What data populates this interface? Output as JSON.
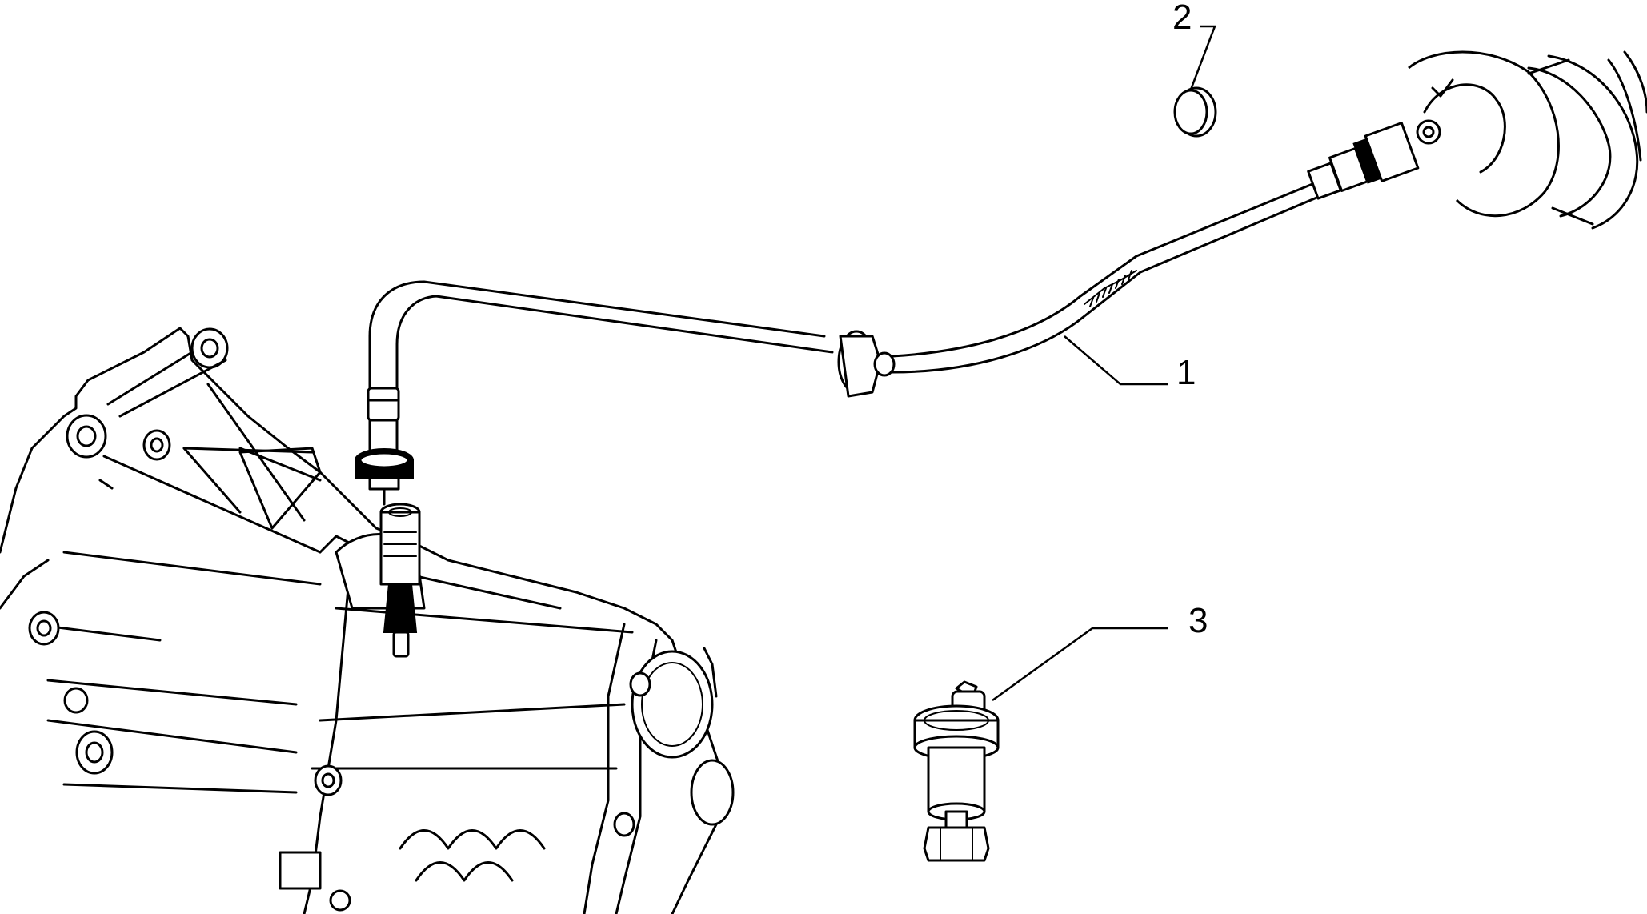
{
  "callouts": [
    {
      "id": "callout-1",
      "label": "1"
    },
    {
      "id": "callout-2",
      "label": "2"
    },
    {
      "id": "callout-3",
      "label": "3"
    }
  ],
  "colors": {
    "ink": "#000000",
    "paper": "#ffffff"
  }
}
